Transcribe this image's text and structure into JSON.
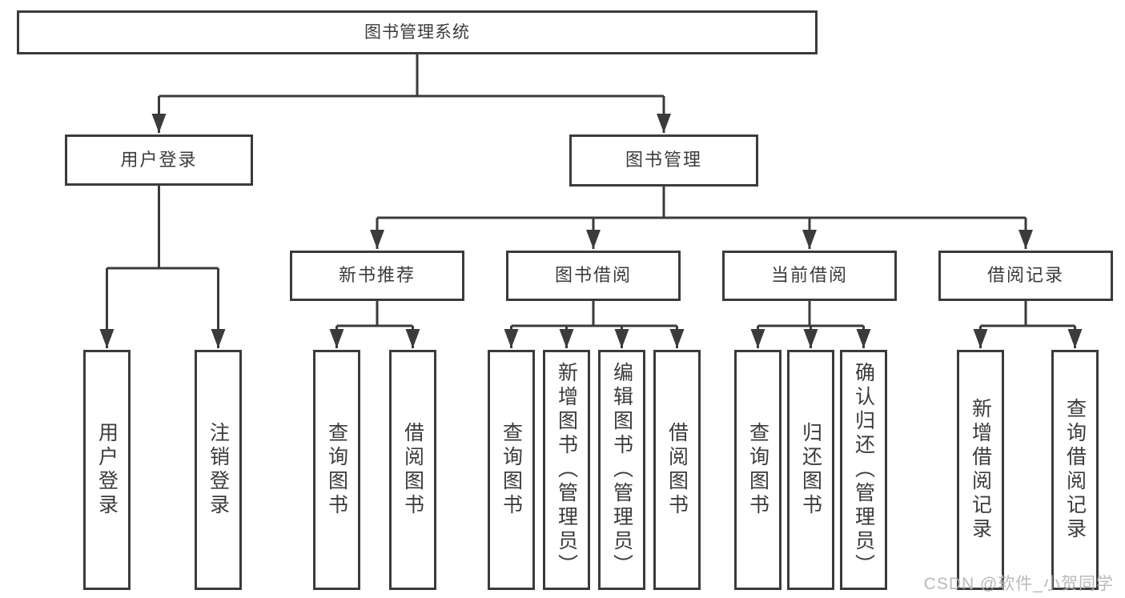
{
  "colors": {
    "line": "#3b3b3b",
    "box_background": "#ffffff",
    "page_background": "#ffffff",
    "watermark": "#b4b4b4"
  },
  "watermark": {
    "text": "CSDN @软件_小贺同学"
  },
  "tree": {
    "label": "图书管理系统",
    "children": [
      {
        "label": "用户登录",
        "children": [
          {
            "label": "用户登录"
          },
          {
            "label": "注销登录"
          }
        ]
      },
      {
        "label": "图书管理",
        "children": [
          {
            "label": "新书推荐",
            "children": [
              {
                "label": "查询图书"
              },
              {
                "label": "借阅图书"
              }
            ]
          },
          {
            "label": "图书借阅",
            "children": [
              {
                "label": "查询图书"
              },
              {
                "label": "新增图书（管理员）"
              },
              {
                "label": "编辑图书（管理员）"
              },
              {
                "label": "借阅图书"
              }
            ]
          },
          {
            "label": "当前借阅",
            "children": [
              {
                "label": "查询图书"
              },
              {
                "label": "归还图书"
              },
              {
                "label": "确认归还（管理员）"
              }
            ]
          },
          {
            "label": "借阅记录",
            "children": [
              {
                "label": "新增借阅记录"
              },
              {
                "label": "查询借阅记录"
              }
            ]
          }
        ]
      }
    ]
  }
}
